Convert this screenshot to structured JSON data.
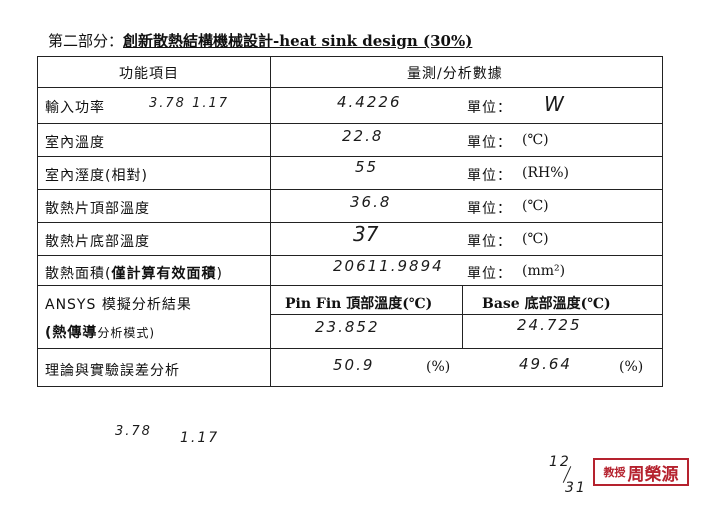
{
  "title": {
    "prefix": "第二部分：",
    "main": "創新散熱結構機械設計-heat sink design (30%)"
  },
  "header": {
    "item_col": "功能項目",
    "data_col": "量測/分析數據"
  },
  "rows": [
    {
      "label": "輸入功率",
      "note": "3.78   1.17",
      "value": "4.4226",
      "unit_prefix": "單位：",
      "unit": "W"
    },
    {
      "label": "室內溫度",
      "value": "22.8",
      "unit_prefix": "單位：",
      "unit": "(℃)"
    },
    {
      "label": "室內溼度(相對)",
      "value": "55",
      "unit_prefix": "單位：",
      "unit": "(RH%)"
    },
    {
      "label": "散熱片頂部溫度",
      "value": "36.8",
      "unit_prefix": "單位：",
      "unit": "(℃)"
    },
    {
      "label": "散熱片底部溫度",
      "value": "37",
      "unit_prefix": "單位：",
      "unit": "(℃)"
    },
    {
      "label_a": "散熱面積(",
      "label_b": "僅計算有效面積",
      "label_c": ")",
      "value": "20611.9894",
      "unit_prefix": "單位：",
      "unit": "(mm²)"
    }
  ],
  "ansys": {
    "label_line1": "ANSYS 模擬分析結果",
    "label_line2_bold": "(熱傳導",
    "label_line2_rest": "分析模式)",
    "col1_header": "Pin Fin 頂部溫度(℃)",
    "col2_header": "Base 底部溫度(℃)",
    "col1_value": "23.852",
    "col2_value": "24.725"
  },
  "error": {
    "label": "理論與實驗誤差分析",
    "value1": "50.9",
    "unit1": "(%)",
    "value2": "49.64",
    "unit2": "(%)"
  },
  "notes": {
    "scribble_a": "3.78",
    "scribble_b": "1.17",
    "date_top": "12",
    "date_bottom": "31"
  },
  "stamp": {
    "role": "教授",
    "name": "周榮源"
  }
}
